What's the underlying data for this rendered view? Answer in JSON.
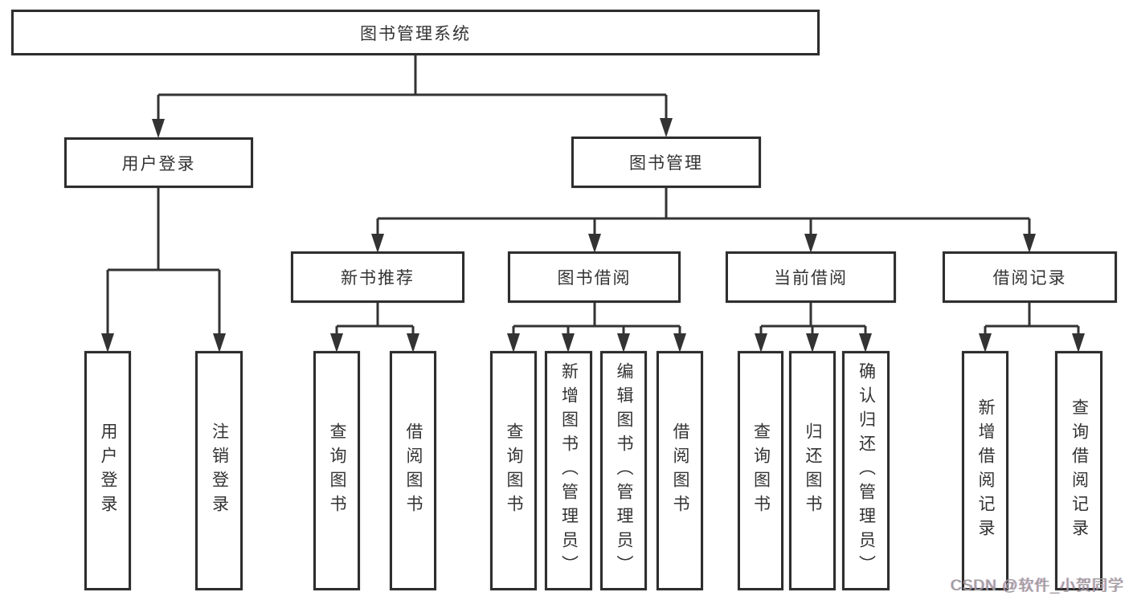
{
  "tree": {
    "label": "图书管理系统",
    "children": [
      {
        "label": "用户登录",
        "children": [
          {
            "label": "用户登录"
          },
          {
            "label": "注销登录"
          }
        ]
      },
      {
        "label": "图书管理",
        "children": [
          {
            "label": "新书推荐",
            "children": [
              {
                "label": "查询图书"
              },
              {
                "label": "借阅图书"
              }
            ]
          },
          {
            "label": "图书借阅",
            "children": [
              {
                "label": "查询图书"
              },
              {
                "label": "新增图书（管理员）"
              },
              {
                "label": "编辑图书（管理员）"
              },
              {
                "label": "借阅图书"
              }
            ]
          },
          {
            "label": "当前借阅",
            "children": [
              {
                "label": "查询图书"
              },
              {
                "label": "归还图书"
              },
              {
                "label": "确认归还（管理员）"
              }
            ]
          },
          {
            "label": "借阅记录",
            "children": [
              {
                "label": "新增借阅记录"
              },
              {
                "label": "查询借阅记录"
              }
            ]
          }
        ]
      }
    ]
  },
  "watermark": {
    "text": "CSDN @软件_小贺同学"
  },
  "colors": {
    "line": "#333333",
    "node_border": "#2e2e2e",
    "text": "#333333",
    "watermark": "#9d9d9d",
    "background": "#ffffff"
  }
}
